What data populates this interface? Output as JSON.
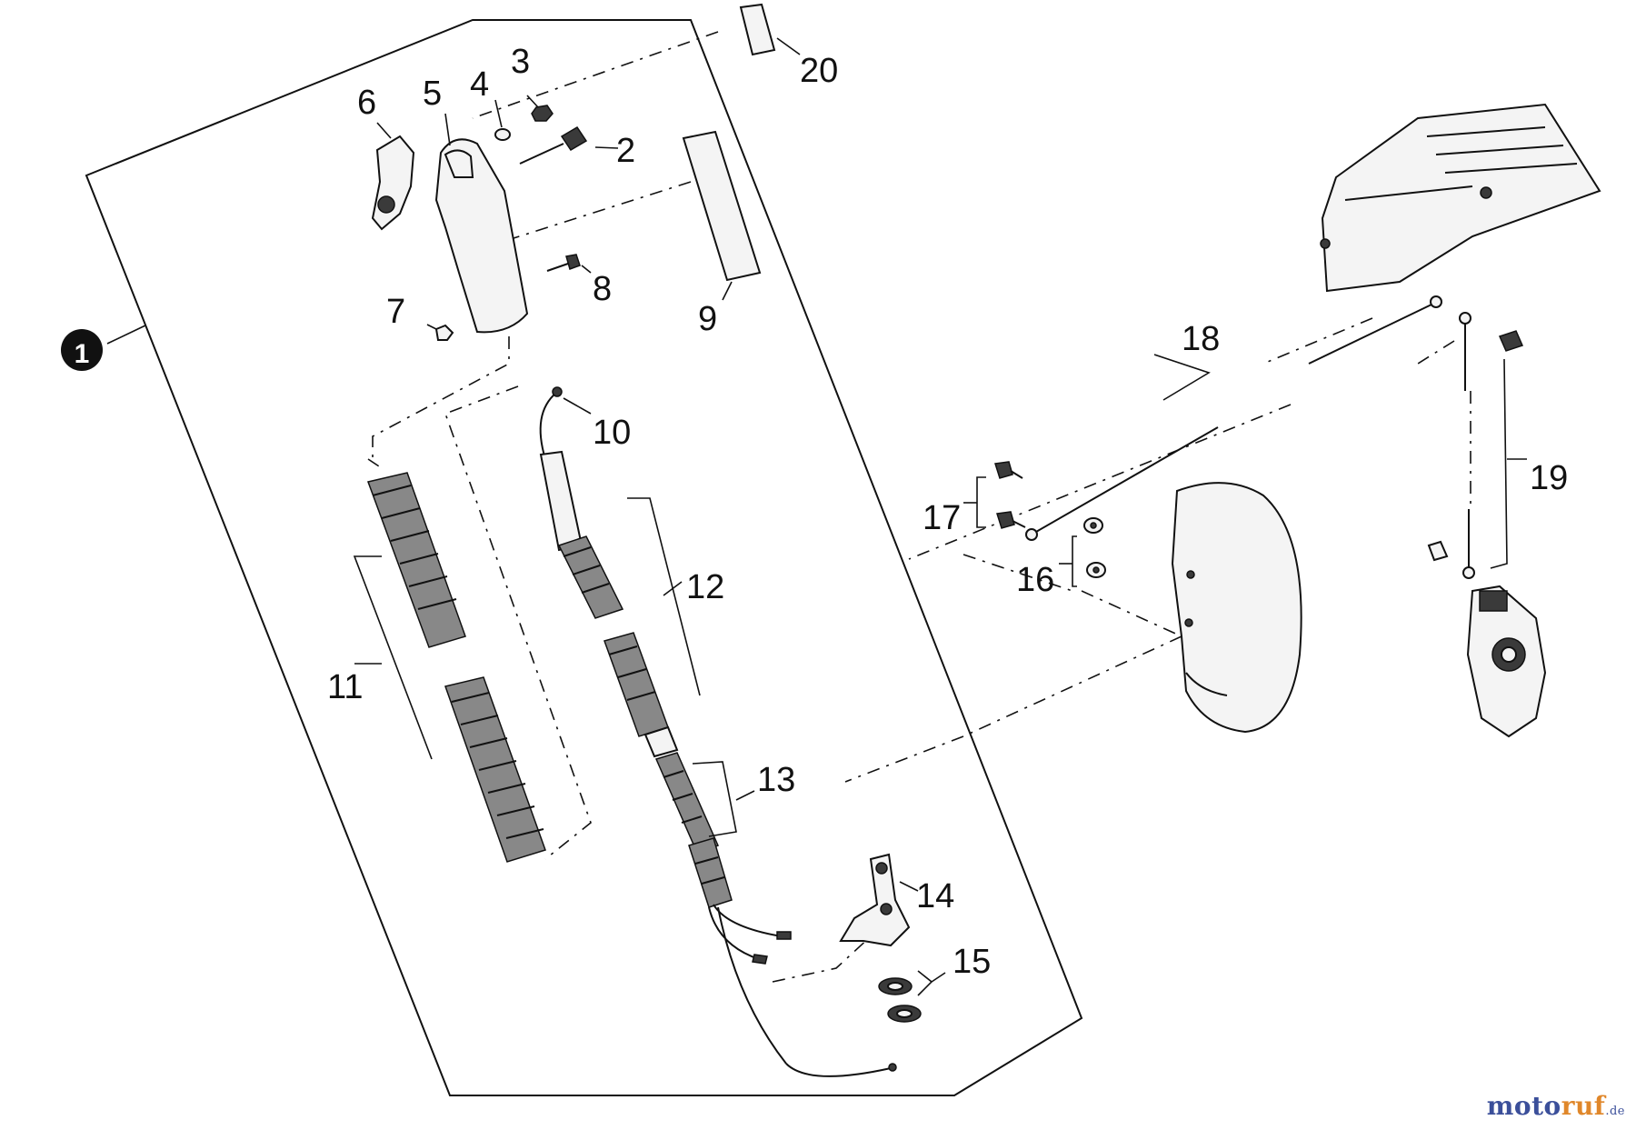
{
  "diagram": {
    "assembly_marker": "1",
    "callouts": [
      {
        "id": "c2",
        "text": "2"
      },
      {
        "id": "c3",
        "text": "3"
      },
      {
        "id": "c4",
        "text": "4"
      },
      {
        "id": "c5",
        "text": "5"
      },
      {
        "id": "c6",
        "text": "6"
      },
      {
        "id": "c7",
        "text": "7"
      },
      {
        "id": "c8",
        "text": "8"
      },
      {
        "id": "c9",
        "text": "9"
      },
      {
        "id": "c10",
        "text": "10"
      },
      {
        "id": "c11",
        "text": "11"
      },
      {
        "id": "c12",
        "text": "12"
      },
      {
        "id": "c13",
        "text": "13"
      },
      {
        "id": "c14",
        "text": "14"
      },
      {
        "id": "c15",
        "text": "15"
      },
      {
        "id": "c16",
        "text": "16"
      },
      {
        "id": "c17",
        "text": "17"
      },
      {
        "id": "c18",
        "text": "18"
      },
      {
        "id": "c19",
        "text": "19"
      },
      {
        "id": "c20",
        "text": "20"
      }
    ]
  },
  "watermark": {
    "brand_a": "moto",
    "brand_b": "ruf",
    "tld": ".de",
    "colors": {
      "brand_a": "#3b4f9a",
      "brand_b": "#e0872a"
    }
  }
}
